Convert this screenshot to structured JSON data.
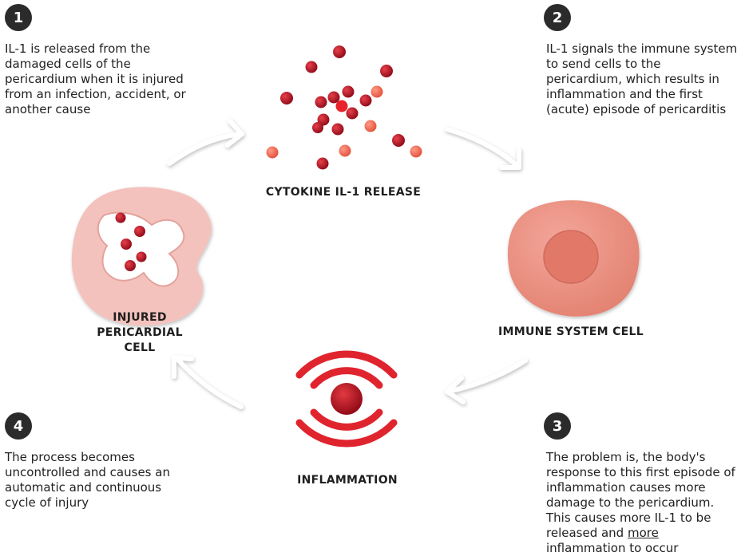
{
  "steps": [
    {
      "number": "1",
      "text": "IL-1 is released from the\ndamaged cells of the\npericardium when it is injured\nfrom an infection, accident, or\nanother cause"
    },
    {
      "number": "2",
      "text": "IL-1 signals the immune system\nto send cells to the\npericardium, which results in\ninflammation and the first\n(acute) episode of pericarditis"
    },
    {
      "number": "3",
      "text_before": "The problem is, the body's\nresponse to this first episode of\ninflammation causes more\ndamage to the pericardium.\nThis causes more IL-1 to be\nreleased and ",
      "text_emphasis": "more",
      "text_after": "\ninflammation to occur"
    },
    {
      "number": "4",
      "text": "The process becomes\nuncontrolled and causes an\nautomatic and continuous\ncycle of injury"
    }
  ],
  "labels": {
    "cytokine": "CYTOKINE IL-1 RELEASE",
    "immune": "IMMUNE SYSTEM CELL",
    "inflammation": "INFLAMMATION",
    "injured": "INJURED\nPERICARDIAL\nCELL"
  },
  "colors": {
    "badge": "#2b2b2b",
    "dark_red": "#9e0a1c",
    "red": "#e0242e",
    "light_red": "#f07a68",
    "cell_pink": "#f3bcb8",
    "immune_cell": "#ec9488",
    "arrow": "#ffffff"
  }
}
